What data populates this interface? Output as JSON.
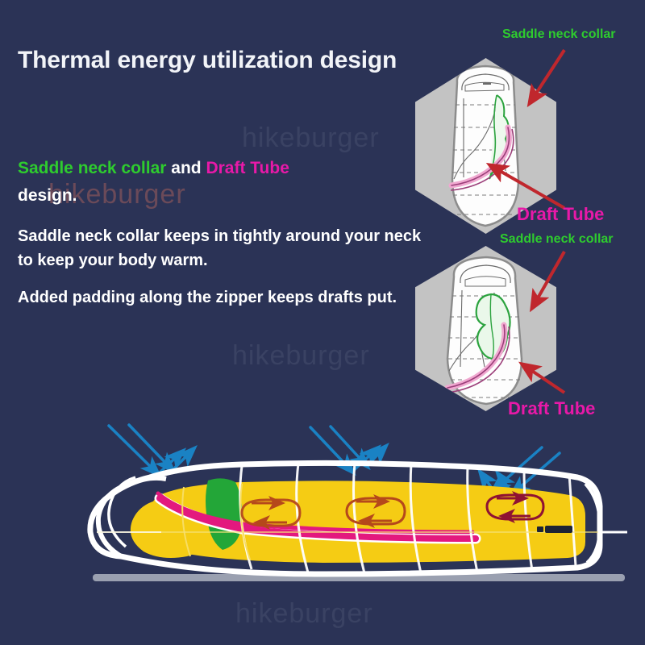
{
  "background_color": "#2b3356",
  "header": {
    "title": "Thermal energy utilization design"
  },
  "copy": {
    "lede_kw_green": "Saddle neck collar",
    "lede_conjunction": "and",
    "lede_kw_pink": "Draft Tube",
    "lede_tail": "design.",
    "paragraph_1": "Saddle neck collar keeps in tightly around your neck to keep your body warm.",
    "paragraph_2": "Added padding along the zipper keeps drafts put."
  },
  "colors": {
    "green": "#2ecc2e",
    "pink": "#e819a8",
    "white": "#ffffff",
    "hex_fill": "#c3c3c3",
    "bag_yellow": "#f5cc14",
    "bag_green": "#23a638",
    "bag_magenta": "#e3197e",
    "arrow_blue": "#1a82c4",
    "arrow_red": "#c0272d",
    "loop_orange": "#b5481b",
    "ground_gray": "#9aa0b0"
  },
  "diagrams": {
    "hex_top": {
      "label_collar": "Saddle neck collar",
      "label_draft_tube": "Draft Tube"
    },
    "hex_bottom": {
      "label_collar": "Saddle neck collar",
      "label_draft_tube": "Draft Tube"
    }
  },
  "watermarks": [
    {
      "text": "hikeburger"
    },
    {
      "text": "hikeburger"
    },
    {
      "text": "hikeburger"
    },
    {
      "text": "hikeburger"
    }
  ]
}
